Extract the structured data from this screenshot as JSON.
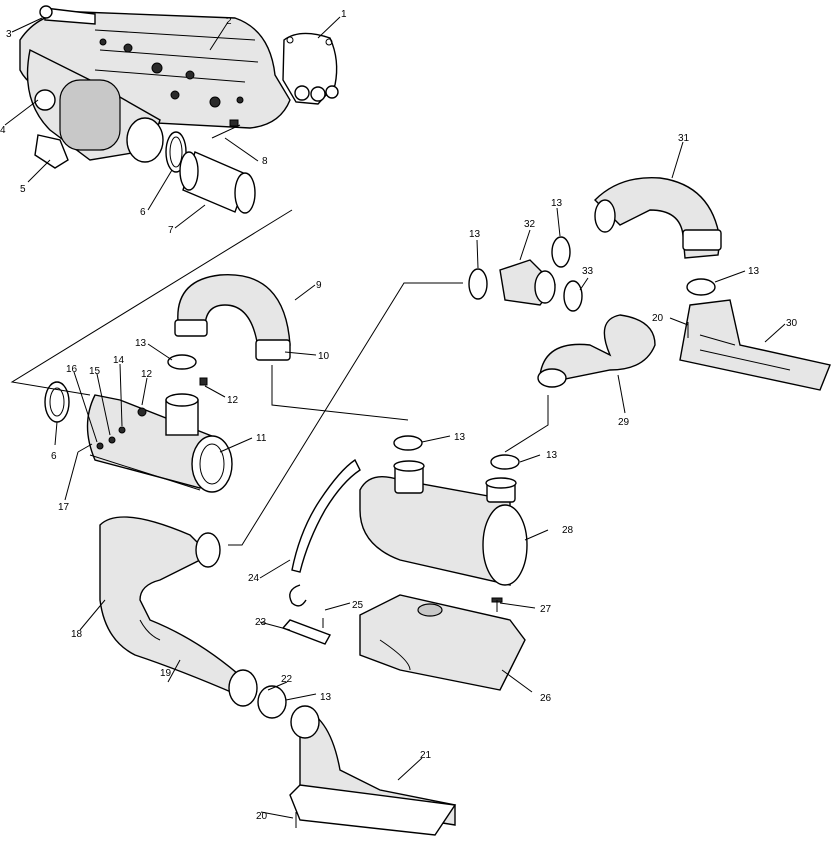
{
  "callouts": [
    {
      "id": "c1",
      "text": "1"
    },
    {
      "id": "c2",
      "text": "2"
    },
    {
      "id": "c3",
      "text": "3"
    },
    {
      "id": "c4",
      "text": "4"
    },
    {
      "id": "c5",
      "text": "5"
    },
    {
      "id": "c6a",
      "text": "6"
    },
    {
      "id": "c7",
      "text": "7"
    },
    {
      "id": "c8",
      "text": "8"
    },
    {
      "id": "c9",
      "text": "9"
    },
    {
      "id": "c10",
      "text": "10"
    },
    {
      "id": "c11",
      "text": "11"
    },
    {
      "id": "c12a",
      "text": "12"
    },
    {
      "id": "c12b",
      "text": "12"
    },
    {
      "id": "c13a",
      "text": "13"
    },
    {
      "id": "c14",
      "text": "14"
    },
    {
      "id": "c15",
      "text": "15"
    },
    {
      "id": "c16",
      "text": "16"
    },
    {
      "id": "c6b",
      "text": "6"
    },
    {
      "id": "c17",
      "text": "17"
    },
    {
      "id": "c18",
      "text": "18"
    },
    {
      "id": "c19",
      "text": "19"
    },
    {
      "id": "c22",
      "text": "22"
    },
    {
      "id": "c13b",
      "text": "13"
    },
    {
      "id": "c20a",
      "text": "20"
    },
    {
      "id": "c21",
      "text": "21"
    },
    {
      "id": "c23",
      "text": "23"
    },
    {
      "id": "c24",
      "text": "24"
    },
    {
      "id": "c25",
      "text": "25"
    },
    {
      "id": "c26",
      "text": "26"
    },
    {
      "id": "c27",
      "text": "27"
    },
    {
      "id": "c28",
      "text": "28"
    },
    {
      "id": "c13c",
      "text": "13"
    },
    {
      "id": "c13d",
      "text": "13"
    },
    {
      "id": "c13e",
      "text": "13"
    },
    {
      "id": "c32",
      "text": "32"
    },
    {
      "id": "c13f",
      "text": "13"
    },
    {
      "id": "c33",
      "text": "33"
    },
    {
      "id": "c31",
      "text": "31"
    },
    {
      "id": "c13g",
      "text": "13"
    },
    {
      "id": "c20b",
      "text": "20"
    },
    {
      "id": "c30",
      "text": "30"
    },
    {
      "id": "c29",
      "text": "29"
    }
  ]
}
